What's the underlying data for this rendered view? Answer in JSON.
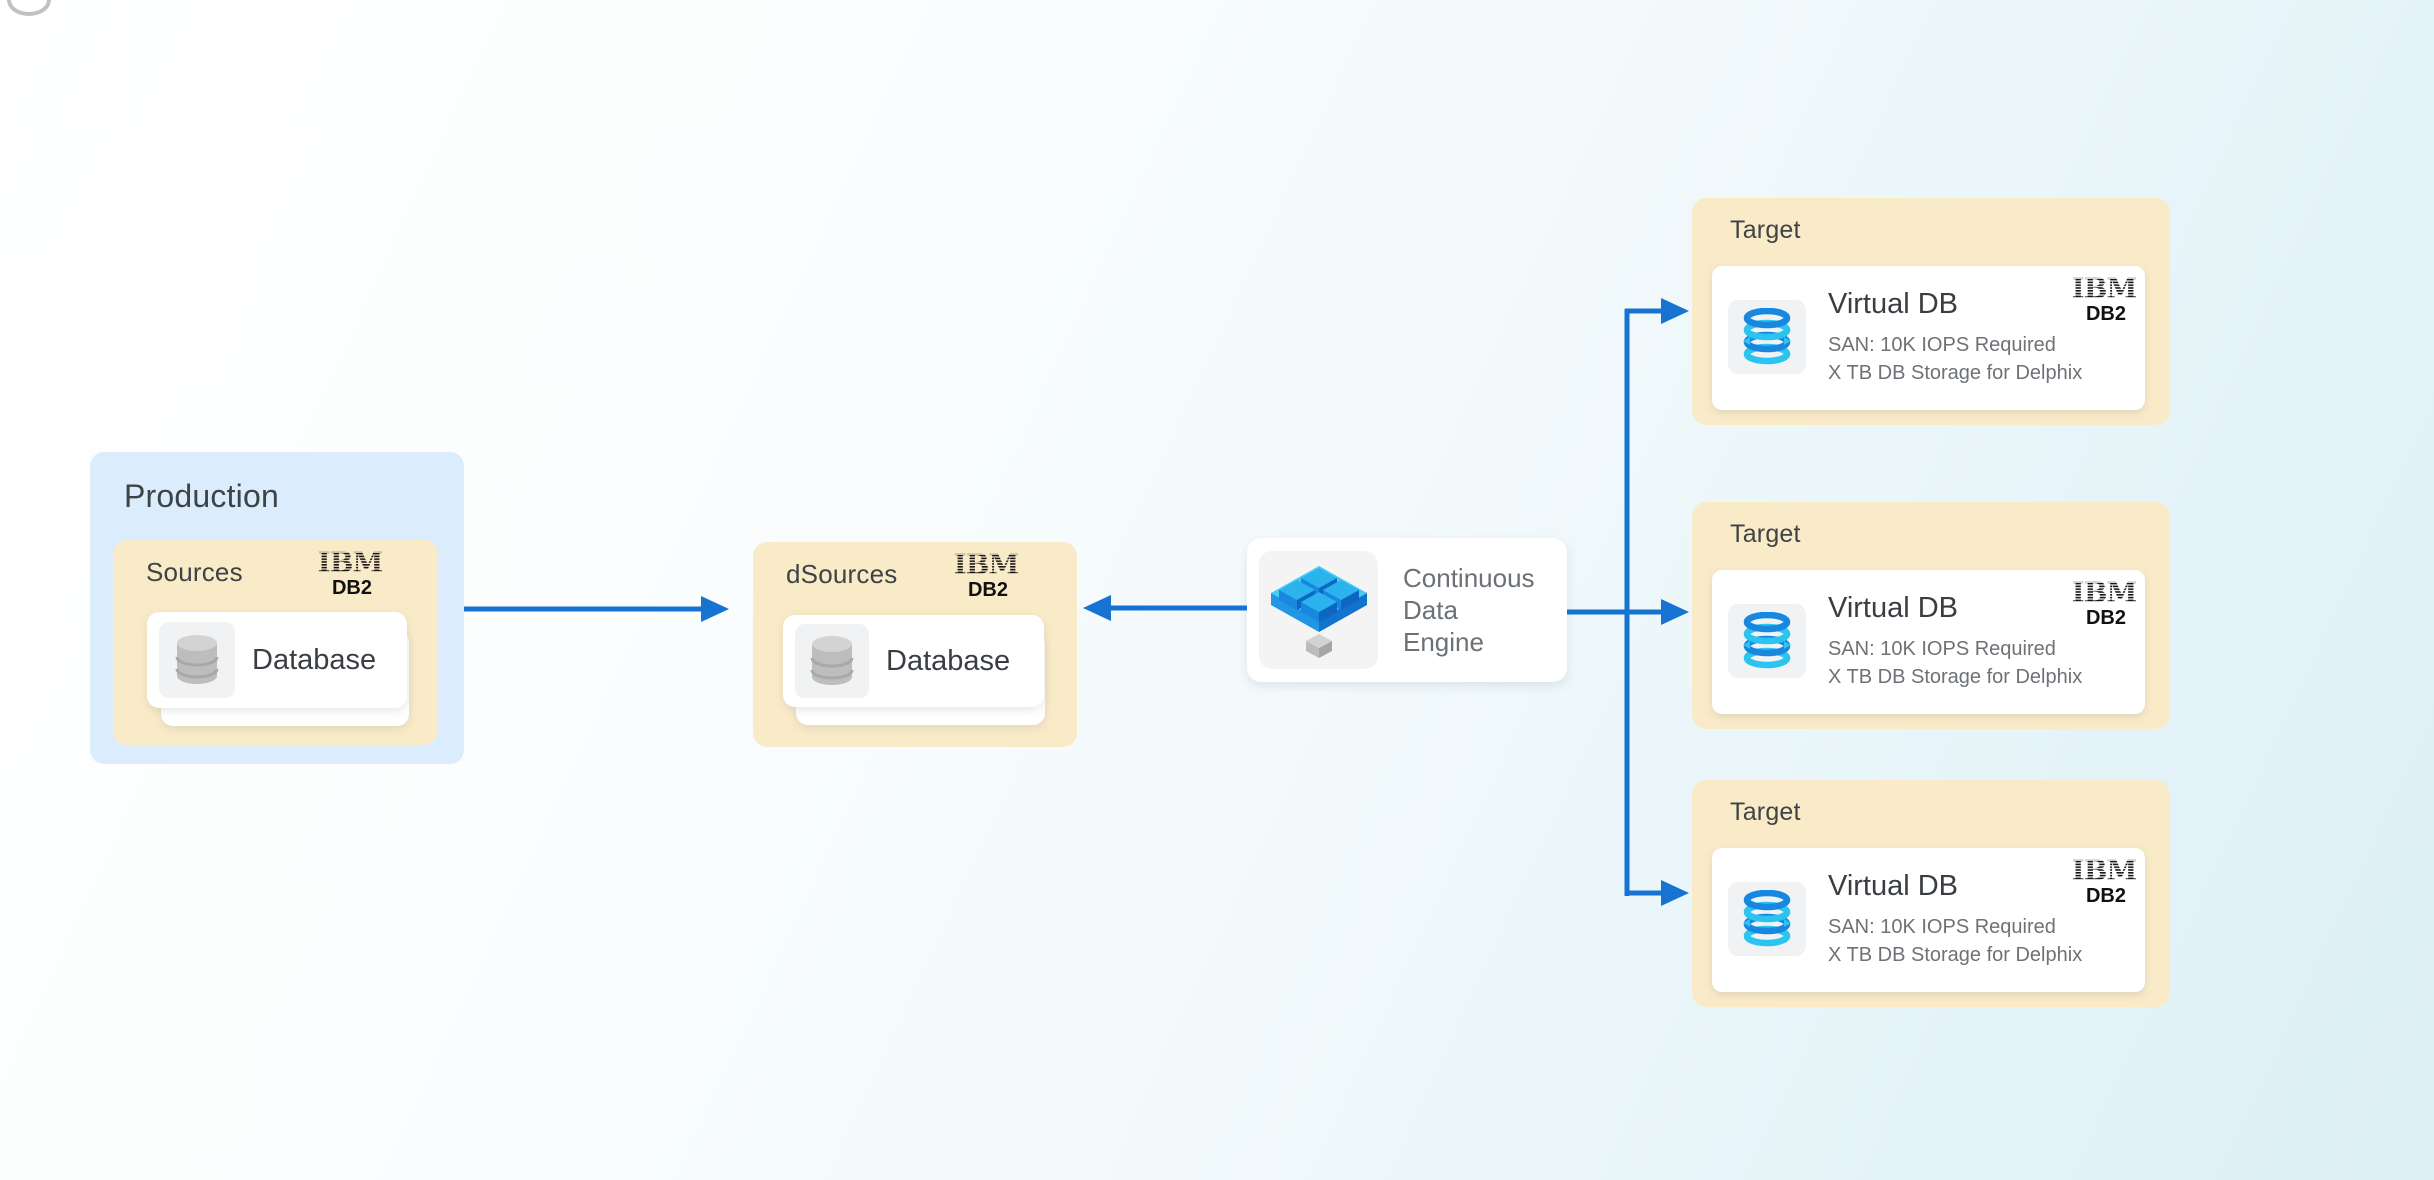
{
  "branding": {
    "ibm": "IBM",
    "db2": "DB2"
  },
  "colors": {
    "arrow": "#1673d2",
    "production_bg": "#dbedfc",
    "group_bg": "#faebc8"
  },
  "production": {
    "label": "Production",
    "sources": {
      "label": "Sources",
      "database": {
        "label": "Database"
      }
    }
  },
  "dsources": {
    "label": "dSources",
    "database": {
      "label": "Database"
    }
  },
  "engine": {
    "label": "Continuous Data Engine"
  },
  "targets": [
    {
      "label": "Target",
      "title": "Virtual DB",
      "spec1": "SAN: 10K IOPS Required",
      "spec2": "X TB DB Storage for Delphix"
    },
    {
      "label": "Target",
      "title": "Virtual DB",
      "spec1": "SAN: 10K IOPS Required",
      "spec2": "X TB DB Storage for Delphix"
    },
    {
      "label": "Target",
      "title": "Virtual DB",
      "spec1": "SAN: 10K IOPS Required",
      "spec2": "X TB DB Storage for Delphix"
    }
  ]
}
